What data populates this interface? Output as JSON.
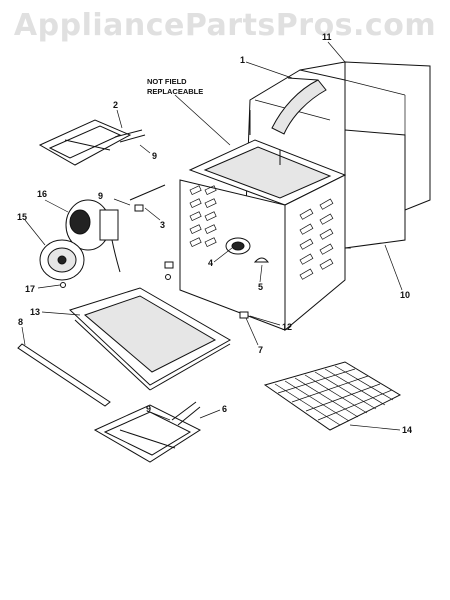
{
  "watermark": "AppliancePartsPros.com",
  "note": {
    "line1": "NOT FIELD",
    "line2": "REPLACEABLE"
  },
  "callouts": {
    "c1": "1",
    "c2": "2",
    "c3": "3",
    "c4": "4",
    "c5": "5",
    "c6": "6",
    "c7": "7",
    "c8": "8",
    "c9a": "9",
    "c9b": "9",
    "c9c": "9",
    "c10": "10",
    "c11": "11",
    "c12": "12",
    "c13": "13",
    "c14": "14",
    "c15": "15",
    "c16": "16",
    "c17": "17"
  }
}
